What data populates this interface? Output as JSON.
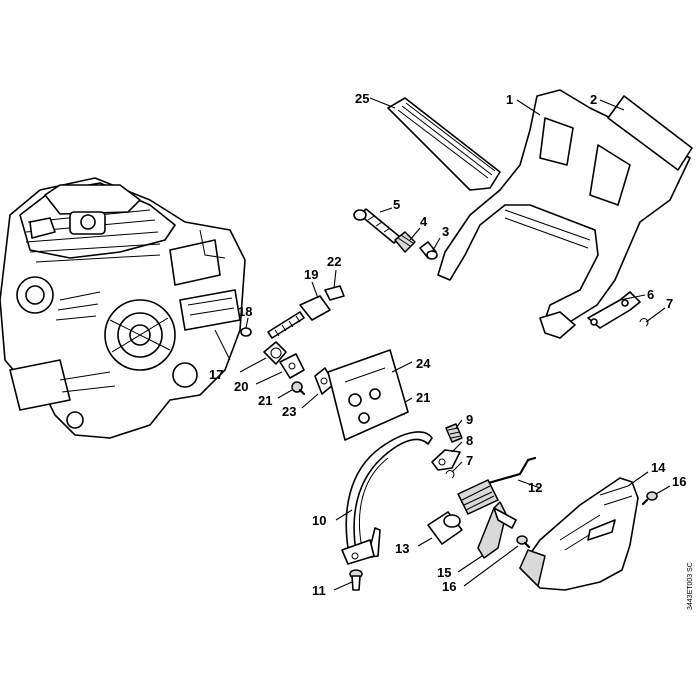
{
  "diagram": {
    "drawing_code": "3443ET003 SC",
    "part_labels": {
      "p1": "1",
      "p2": "2",
      "p3": "3",
      "p4": "4",
      "p5": "5",
      "p6": "6",
      "p7a": "7",
      "p7b": "7",
      "p8": "8",
      "p9": "9",
      "p10": "10",
      "p11": "11",
      "p12": "12",
      "p13": "13",
      "p14": "14",
      "p15": "15",
      "p16a": "16",
      "p16b": "16",
      "p17": "17",
      "p18": "18",
      "p19": "19",
      "p20": "20",
      "p21a": "21",
      "p21b": "21",
      "p22": "22",
      "p23": "23",
      "p24": "24",
      "p25": "25"
    }
  }
}
